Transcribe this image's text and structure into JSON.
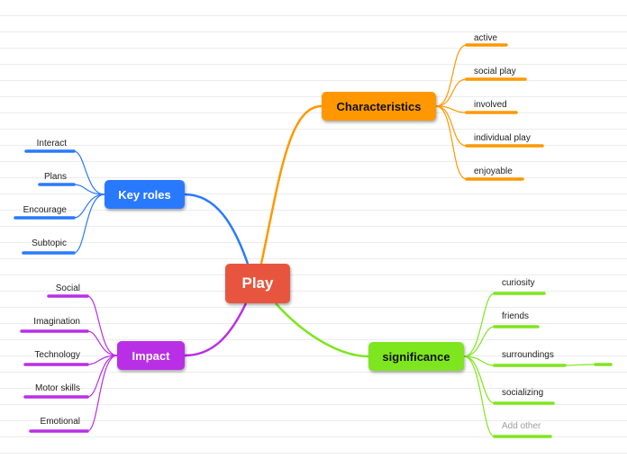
{
  "central": {
    "label": "Play"
  },
  "branches": {
    "characteristics": {
      "label": "Characteristics",
      "color": "#ff9800",
      "items": [
        "active",
        "social play",
        "involved",
        "individual play",
        "enjoyable"
      ]
    },
    "key_roles": {
      "label": "Key roles",
      "color": "#2979ff",
      "items": [
        "Interact",
        "Plans",
        "Encourage",
        "Subtopic"
      ]
    },
    "impact": {
      "label": "Impact",
      "color": "#b92fe6",
      "items": [
        "Social",
        "Imagination",
        "Technology",
        "Motor skills",
        "Emotional"
      ]
    },
    "significance": {
      "label": "significance",
      "color": "#7ee61e",
      "items": [
        "curiosity",
        "friends",
        "surroundings",
        "socializing",
        "Add other"
      ]
    }
  },
  "central_color": "#e8553e"
}
